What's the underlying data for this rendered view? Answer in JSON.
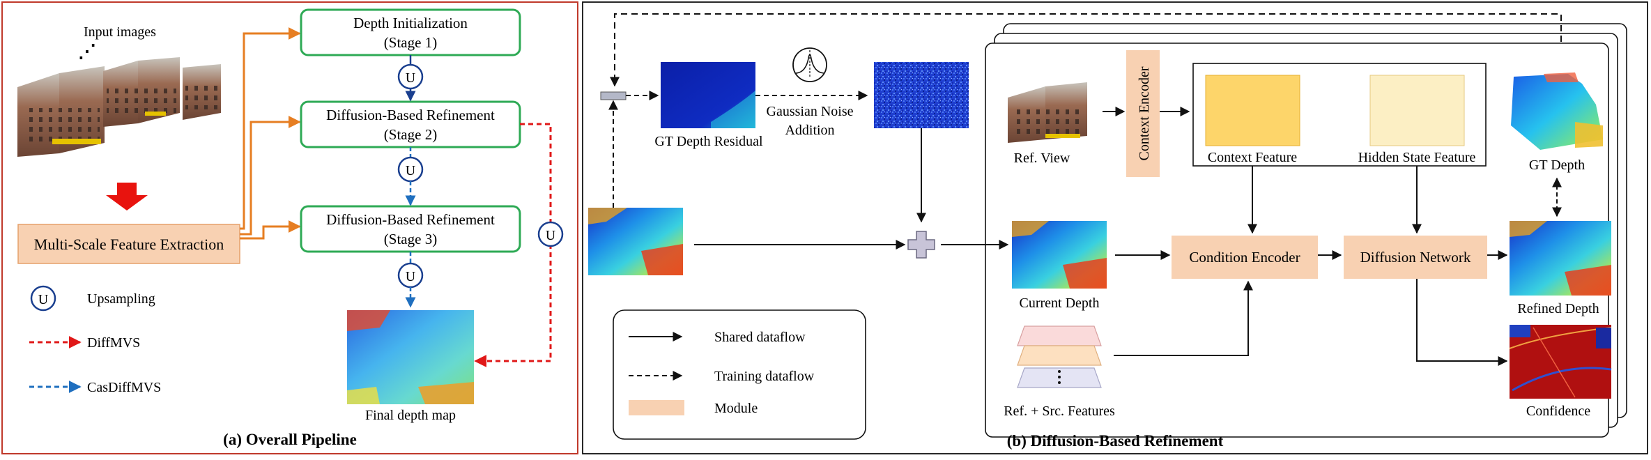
{
  "colors": {
    "panel_a_border": "#c0392b",
    "stage_border": "#2eaa55",
    "orange_arrow": "#e67e22",
    "module_fill": "#f8d1b2",
    "diffmvs": "#e01818",
    "casdiffmvs": "#1f6fbf",
    "upsample_circle": "#1a3f8f"
  },
  "panel_a": {
    "input_label": "Input images",
    "ellipsis": "⋰",
    "feature_extraction": "Multi-Scale Feature Extraction",
    "stage1": {
      "line1": "Depth Initialization",
      "line2": "(Stage 1)"
    },
    "stage2": {
      "line1": "Diffusion-Based Refinement",
      "line2": "(Stage 2)"
    },
    "stage3": {
      "line1": "Diffusion-Based Refinement",
      "line2": "(Stage 3)"
    },
    "upsample_symbol": "U",
    "final_map_label": "Final depth map",
    "legend": {
      "upsampling": "Upsampling",
      "diffmvs": "DiffMVS",
      "casdiffmvs": "CasDiffMVS"
    },
    "caption": "(a) Overall Pipeline"
  },
  "panel_b": {
    "gt_residual_label": "GT Depth Residual",
    "noise_label_line1": "Gaussian Noise",
    "noise_label_line2": "Addition",
    "ref_view_label": "Ref. View",
    "context_encoder_label": "Context Encoder",
    "context_feature_label": "Context Feature",
    "hidden_state_label": "Hidden State Feature",
    "gt_depth_label": "GT Depth",
    "condition_encoder_label": "Condition Encoder",
    "diffusion_network_label": "Diffusion Network",
    "current_depth_label": "Current Depth",
    "refined_depth_label": "Refined Depth",
    "features_label": "Ref. + Src. Features",
    "confidence_label": "Confidence",
    "legend": {
      "shared": "Shared dataflow",
      "training": "Training dataflow",
      "module": "Module"
    },
    "caption": "(b) Diffusion-Based Refinement"
  }
}
